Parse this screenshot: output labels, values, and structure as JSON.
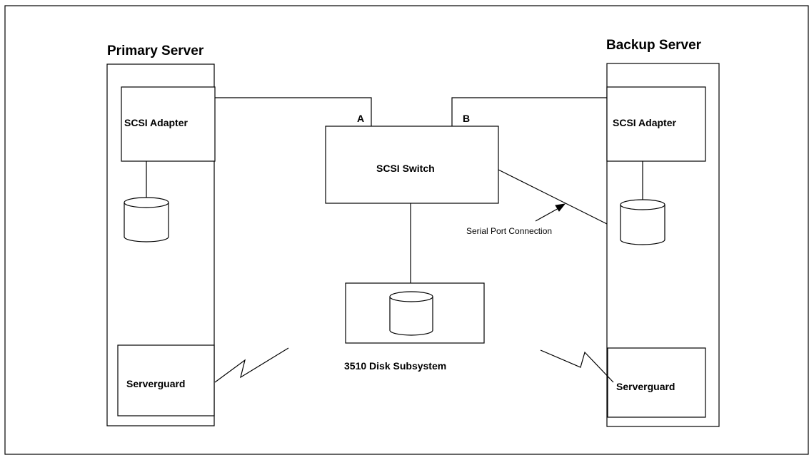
{
  "primary_server": {
    "title": "Primary Server",
    "adapter_label": "SCSI Adapter",
    "serverguard_label": "Serverguard"
  },
  "backup_server": {
    "title": "Backup Server",
    "adapter_label": "SCSI Adapter",
    "serverguard_label": "Serverguard"
  },
  "switch": {
    "label": "SCSI Switch",
    "port_a": "A",
    "port_b": "B"
  },
  "disk_subsystem": {
    "label": "3510 Disk Subsystem"
  },
  "serial_link": {
    "label": "Serial Port Connection"
  }
}
